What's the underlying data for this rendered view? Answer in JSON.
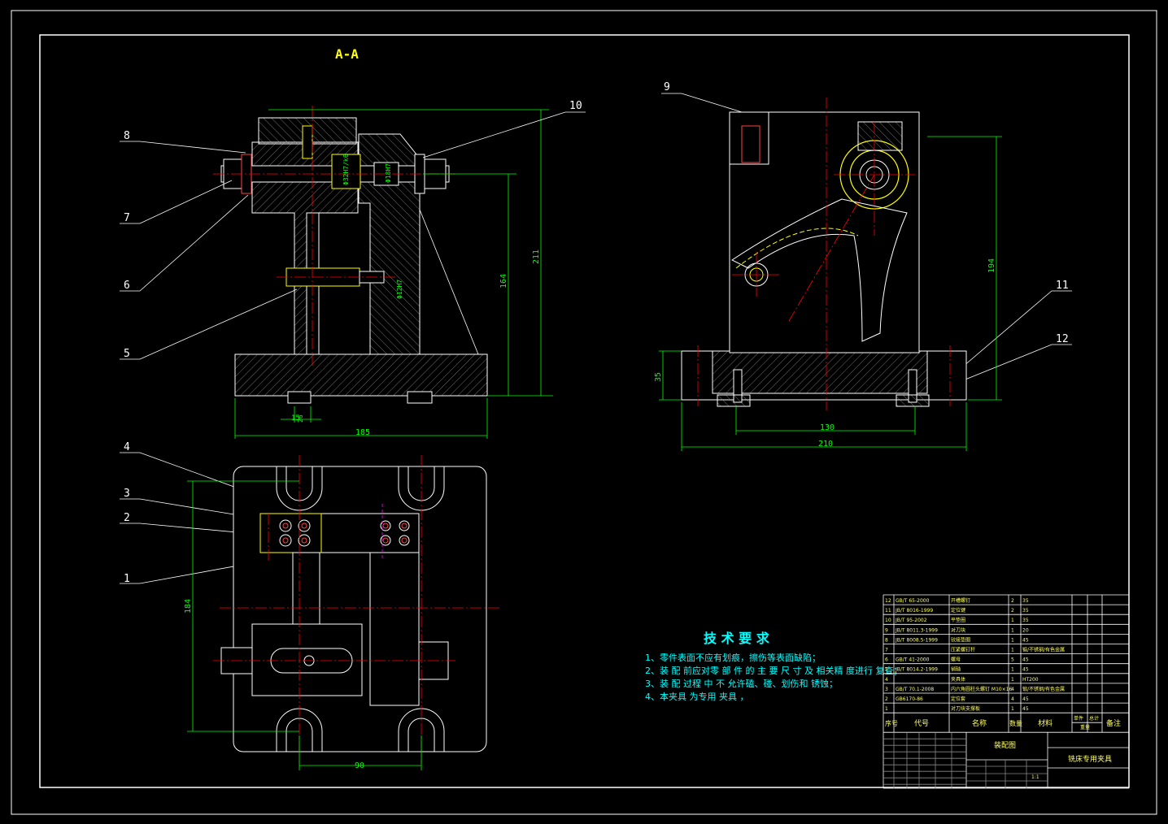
{
  "section_title": "A-A",
  "balloons": [
    "1",
    "2",
    "3",
    "4",
    "5",
    "6",
    "7",
    "8",
    "9",
    "10",
    "11",
    "12"
  ],
  "dimensions": {
    "front_width": "185",
    "front_height_inner": "164",
    "front_height_total": "211",
    "front_small": "15",
    "front_small2": "26",
    "fit1": "Φ32H7/k6",
    "fit2": "Φ18H7",
    "fit3": "Φ12H7",
    "side_height": "194",
    "side_base": "35",
    "side_inner": "130",
    "side_total": "210",
    "plan_height": "184",
    "plan_width": "90"
  },
  "tech_requirements": {
    "title": "技 术 要 求",
    "items": [
      "1、零件表面不应有划痕，擦伤等表面缺陷；",
      "2、装 配 前应对零 部 件 的 主 要 尺 寸 及 相关精 度进行 复查；",
      "3、装 配 过程 中 不 允许磕、碰、划伤和 锈蚀；",
      "4、本夹具 为专用 夹具 ，"
    ]
  },
  "bom": {
    "rows": [
      [
        "12",
        "GB/T 65-2000",
        "开槽螺钉",
        "2",
        "35"
      ],
      [
        "11",
        "JB/T 8016-1999",
        "定位键",
        "2",
        "35"
      ],
      [
        "10",
        "JB/T 95-2002",
        "平垫圈",
        "1",
        "35"
      ],
      [
        "9",
        "JB/T 8011.3-1999",
        "对刀块",
        "1",
        "20"
      ],
      [
        "8",
        "JB/T 8008.5-1999",
        "铰接垫圈",
        "1",
        "45"
      ],
      [
        "7",
        "",
        "压紧螺钉杆",
        "1",
        "锻/不锈钢/有色金属"
      ],
      [
        "6",
        "GB/T 41-2000",
        "螺母",
        "5",
        "45"
      ],
      [
        "5",
        "JB/T 8014.2-1999",
        "销轴",
        "1",
        "45"
      ],
      [
        "4",
        "",
        "夹具体",
        "1",
        "HT200"
      ],
      [
        "3",
        "GB/T 70.1-2008",
        "内六角圆柱头螺钉 M10×16",
        "4",
        "锻/不锈钢/有色金属"
      ],
      [
        "2",
        "GB6170-86",
        "定位套",
        "4",
        "45"
      ],
      [
        "1",
        "",
        "对刀块支撑板",
        "1",
        "45"
      ]
    ],
    "header": [
      "序号",
      "代号",
      "名称",
      "数量",
      "材料",
      "单件",
      "总计",
      "备注"
    ],
    "header_sub": "重量",
    "drawing_name": "装配图",
    "title": "铣床专用夹具",
    "scale": "1:1"
  }
}
